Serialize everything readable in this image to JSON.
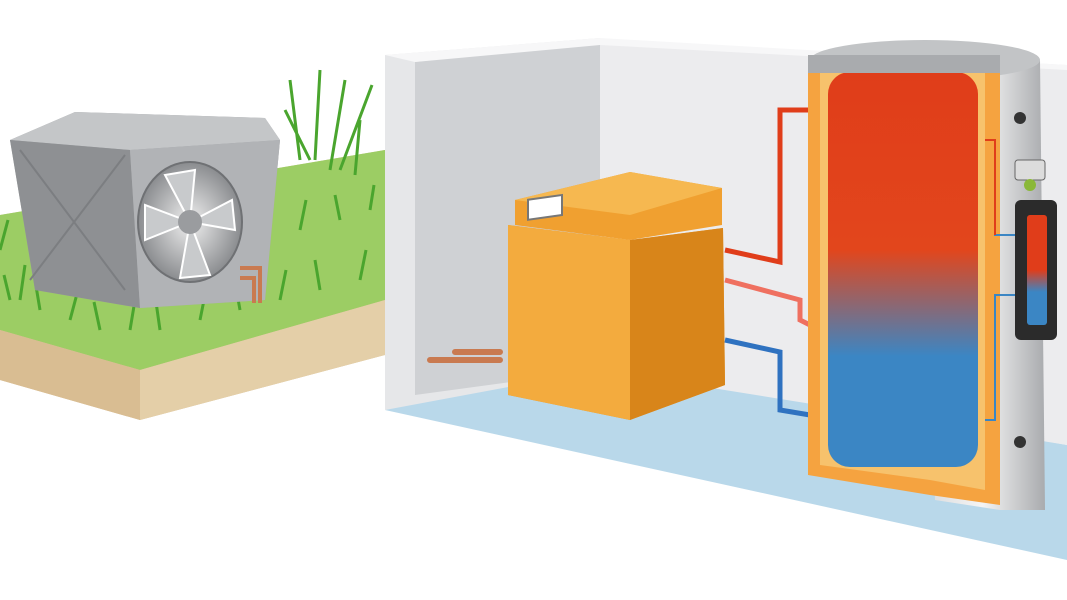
{
  "illustration": {
    "components": [
      "outdoor-heat-pump-unit",
      "indoor-unit",
      "hot-water-storage-tank",
      "temperature-gauge"
    ],
    "colors": {
      "hot": "#e03d1a",
      "cold": "#3b86c4",
      "indoor_unit": "#f0a030",
      "tank_insulation": "#f7c26c",
      "grass": "#5fb53a",
      "floor": "#b9d8ea",
      "wall": "#e6e7e9"
    }
  }
}
